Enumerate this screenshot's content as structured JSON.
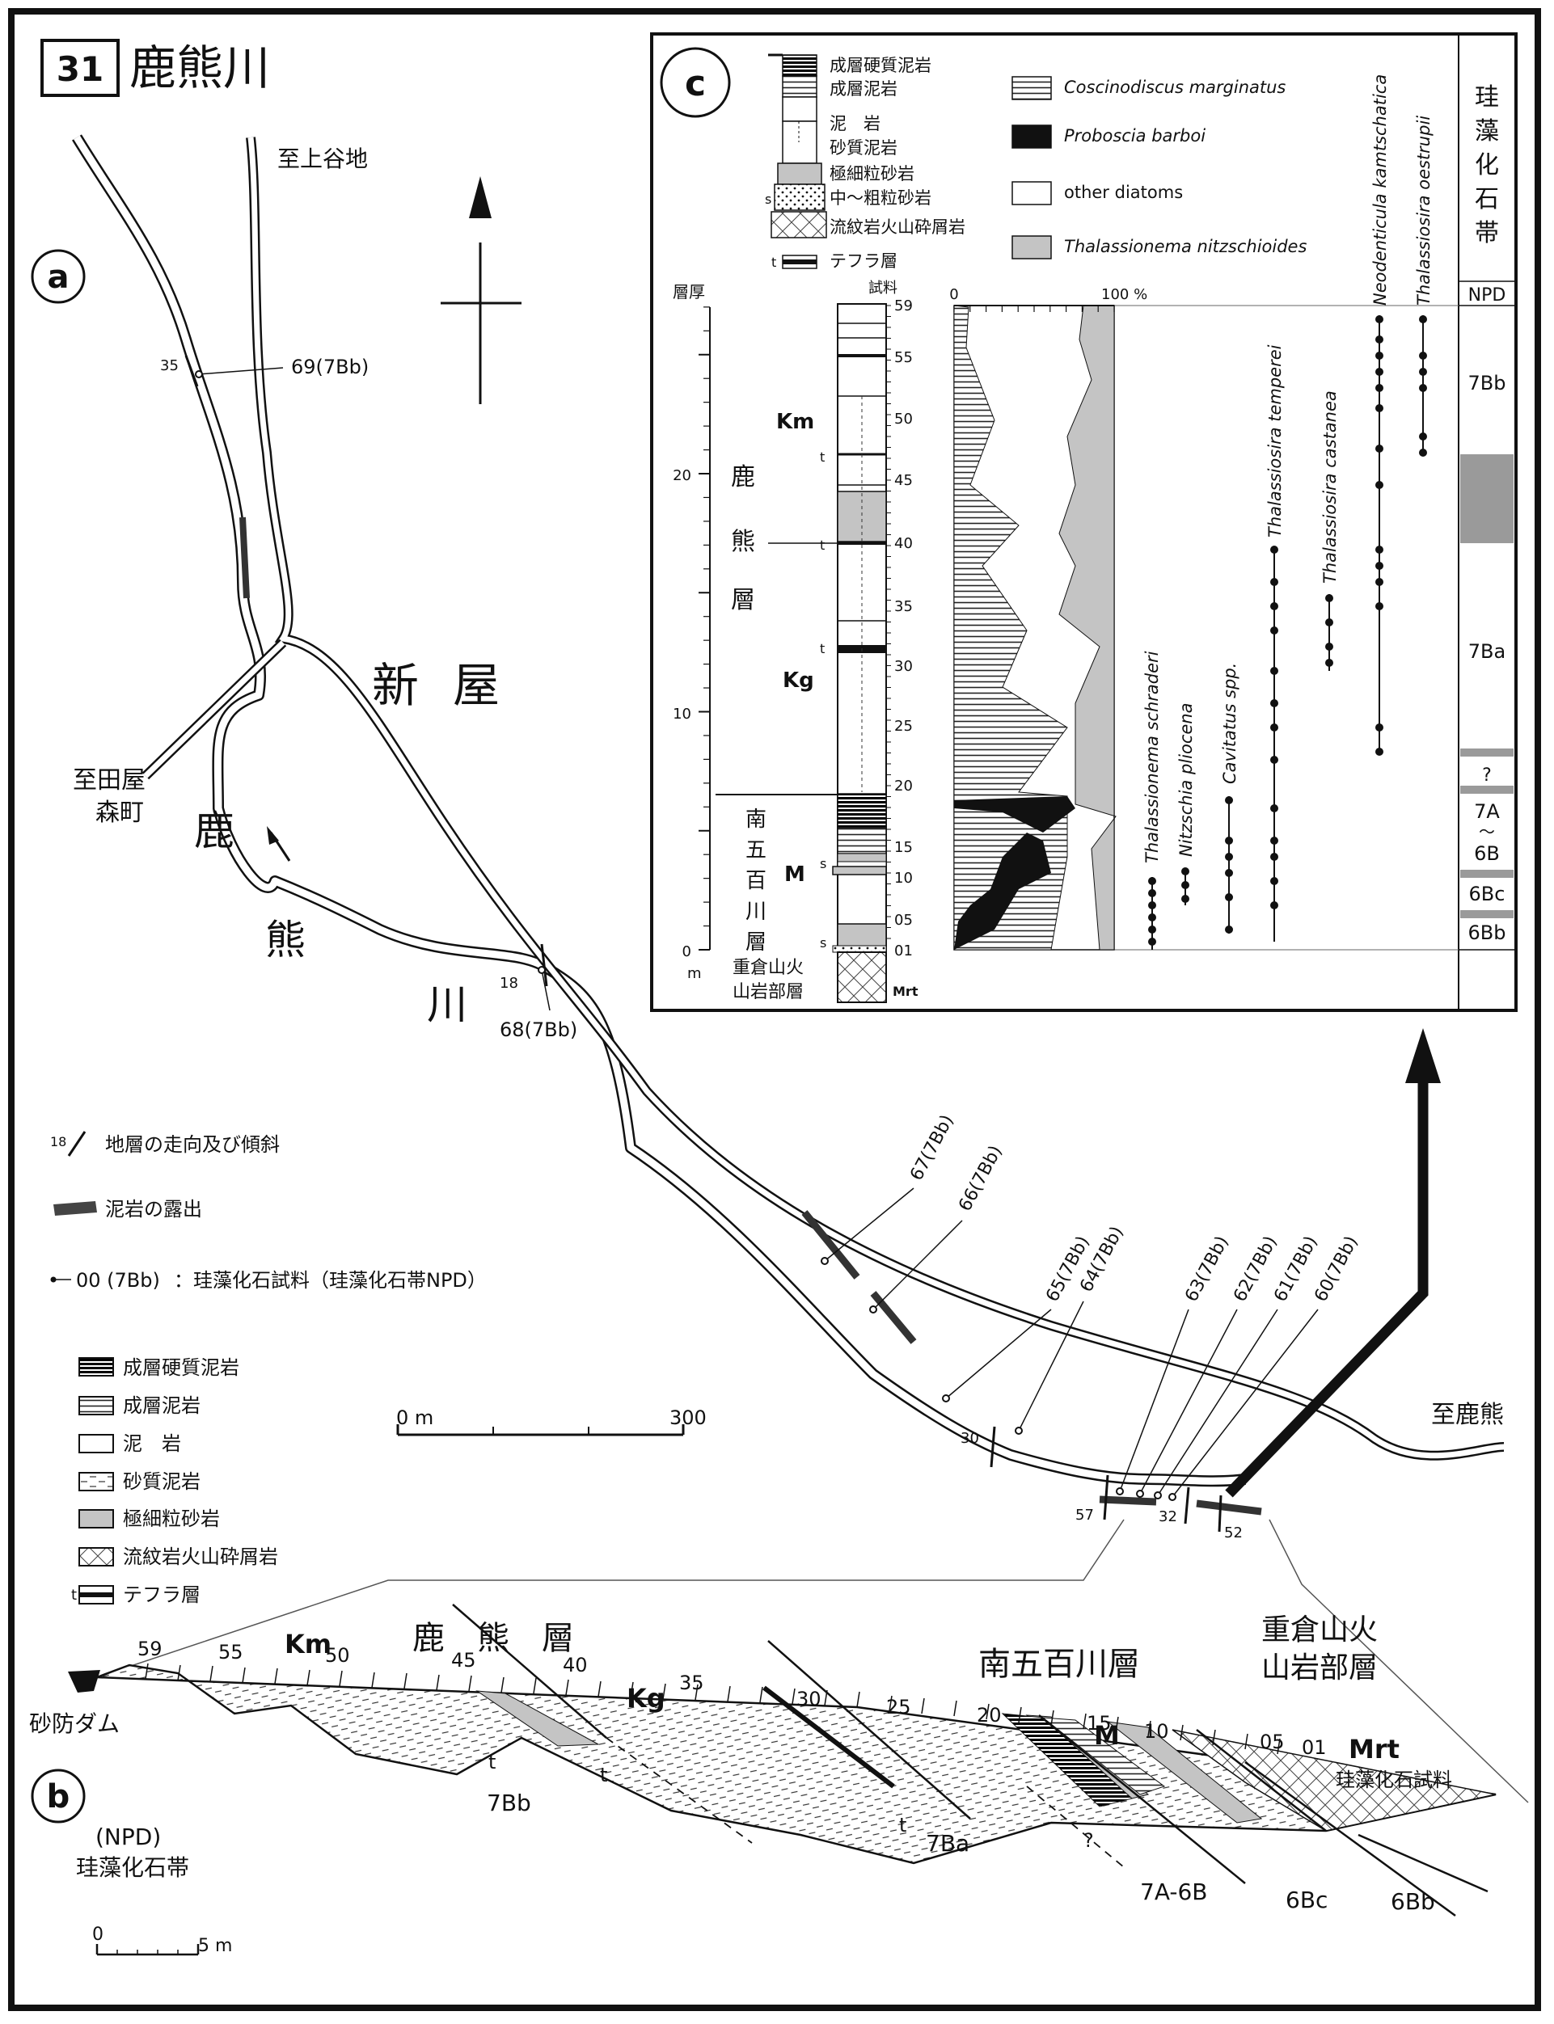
{
  "title": {
    "number": "31",
    "name": "鹿熊川"
  },
  "map": {
    "panel_label": "a",
    "to_kamiyachi": "至上谷地",
    "to_taya": "至田屋",
    "morimachi": "森町",
    "to_shikakuma": "至鹿熊",
    "area_shinya": [
      "新",
      "屋"
    ],
    "river_name": [
      "鹿",
      "熊",
      "川"
    ],
    "dips": [
      "35",
      "18",
      "30",
      "57",
      "32",
      "52"
    ],
    "samples": [
      {
        "label": "69(7Bb)"
      },
      {
        "label": "68(7Bb)"
      },
      {
        "label": "67(7Bb)"
      },
      {
        "label": "66(7Bb)"
      },
      {
        "label": "65(7Bb)"
      },
      {
        "label": "64(7Bb)"
      },
      {
        "label": "63(7Bb)"
      },
      {
        "label": "62(7Bb)"
      },
      {
        "label": "61(7Bb)"
      },
      {
        "label": "60(7Bb)"
      }
    ],
    "scale": {
      "start": "0 m",
      "end": "300"
    }
  },
  "map_legend": {
    "strike_dip_value": "18",
    "strike_dip": "地層の走向及び傾斜",
    "mudstone_outcrop": "泥岩の露出",
    "sample_symbol": "00 (7Bb)",
    "sample": "：珪藻化石試料（珪藻化石帯NPD）"
  },
  "lith_legend": {
    "items": [
      {
        "label": "成層硬質泥岩",
        "pattern": "black-lined"
      },
      {
        "label": "成層泥岩",
        "pattern": "hlines"
      },
      {
        "label": "泥　岩",
        "pattern": "white"
      },
      {
        "label": "砂質泥岩",
        "pattern": "dashes"
      },
      {
        "label": "極細粒砂岩",
        "pattern": "gray"
      },
      {
        "label": "流紋岩火山砕屑岩",
        "pattern": "cross"
      },
      {
        "label": "テフラ層",
        "pattern": "tephra"
      }
    ],
    "tephra_mark": "t"
  },
  "section": {
    "panel_label": "b",
    "formation_shikakuma": "鹿　熊　層",
    "formation_minami": "南五百川層",
    "formation_shigekura": [
      "重倉山火",
      "山岩部層"
    ],
    "member_km": "Km",
    "member_kg": "Kg",
    "member_m": "M",
    "member_mrt": "Mrt",
    "sabo_dam": "砂防ダム",
    "npd_label": [
      "(NPD)",
      "珪藻化石帯"
    ],
    "diatom_sample": "珪藻化石試料",
    "sample_numbers": [
      "59",
      "55",
      "50",
      "45",
      "40",
      "35",
      "30",
      "25",
      "20",
      "15",
      "10",
      "05",
      "01"
    ],
    "zones": [
      "7Bb",
      "7Ba",
      "7A-6B",
      "6Bc",
      "6Bb"
    ],
    "tephra": [
      "t",
      "t",
      "t"
    ],
    "question": "?",
    "scale": {
      "start": "0",
      "end": "5 m"
    }
  },
  "column": {
    "panel_label": "c",
    "legend": [
      "成層硬質泥岩",
      "成層泥岩",
      "泥　岩",
      "砂質泥岩",
      "極細粒砂岩",
      "中～粗粒砂岩",
      "流紋岩火山砕屑岩",
      "テフラ層"
    ],
    "legend_marks": [
      "s",
      "t"
    ],
    "diatom_legend": [
      {
        "label": "Coscinodiscus marginatus",
        "italic": true,
        "pattern": "hlines"
      },
      {
        "label": "Proboscia barboi",
        "italic": true,
        "pattern": "black"
      },
      {
        "label": "other diatoms",
        "italic": false,
        "pattern": "white"
      },
      {
        "label": "Thalassionema nitzschioides",
        "italic": true,
        "pattern": "gray"
      }
    ],
    "thickness_label": "層厚",
    "sample_label": "試料",
    "unit": "m",
    "thickness_ticks": [
      "0",
      "10",
      "20"
    ],
    "sample_ticks": [
      "59",
      "55",
      "50",
      "45",
      "40",
      "35",
      "30",
      "25",
      "20",
      "15",
      "10",
      "05",
      "01"
    ],
    "pct_start": "0",
    "pct_end": "100 %",
    "formation_shikakuma": [
      "鹿",
      "熊",
      "層"
    ],
    "formation_minami": [
      "南",
      "五",
      "百",
      "川",
      "層"
    ],
    "formation_shigekura": [
      "重倉山火",
      "山岩部層"
    ],
    "member_km": "Km",
    "member_kg": "Kg",
    "member_m": "M",
    "member_mrt": "Mrt",
    "tephra_marks": [
      "t",
      "t",
      "t"
    ],
    "sand_marks": [
      "s",
      "s"
    ],
    "taxa": [
      "Thalassionema schraderi",
      "Nitzschia pliocena",
      "Cavitatus spp.",
      "Thalassiosira temperei",
      "Thalassiosira castanea",
      "Neodenticula kamtschatica",
      "Thalassiosira oestrupii"
    ],
    "zone_header": [
      "珪",
      "藻",
      "化",
      "石",
      "帯"
    ],
    "zone_npd": "NPD",
    "zones": [
      "7Bb",
      "7Ba",
      "?",
      "7A",
      "〜",
      "6B",
      "6Bc",
      "6Bb"
    ]
  }
}
